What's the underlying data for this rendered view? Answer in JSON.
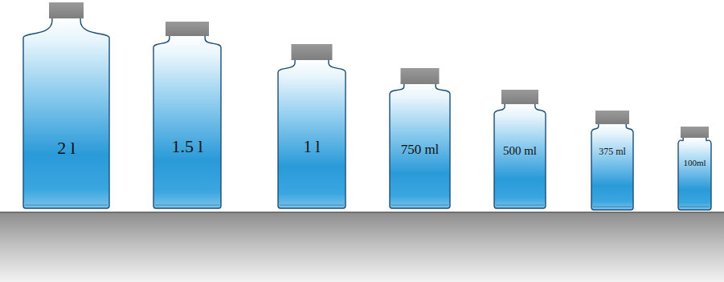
{
  "diagram": {
    "nodes": [
      {
        "text": [
          "2 l"
        ]
      },
      {
        "text": [
          "1.5 l"
        ]
      },
      {
        "text": [
          "1 l"
        ]
      },
      {
        "text": [
          "750 ml"
        ]
      },
      {
        "text": [
          "500 ml"
        ]
      },
      {
        "text": [
          "375 ml"
        ]
      },
      {
        "text": [
          "100ml"
        ]
      }
    ]
  }
}
